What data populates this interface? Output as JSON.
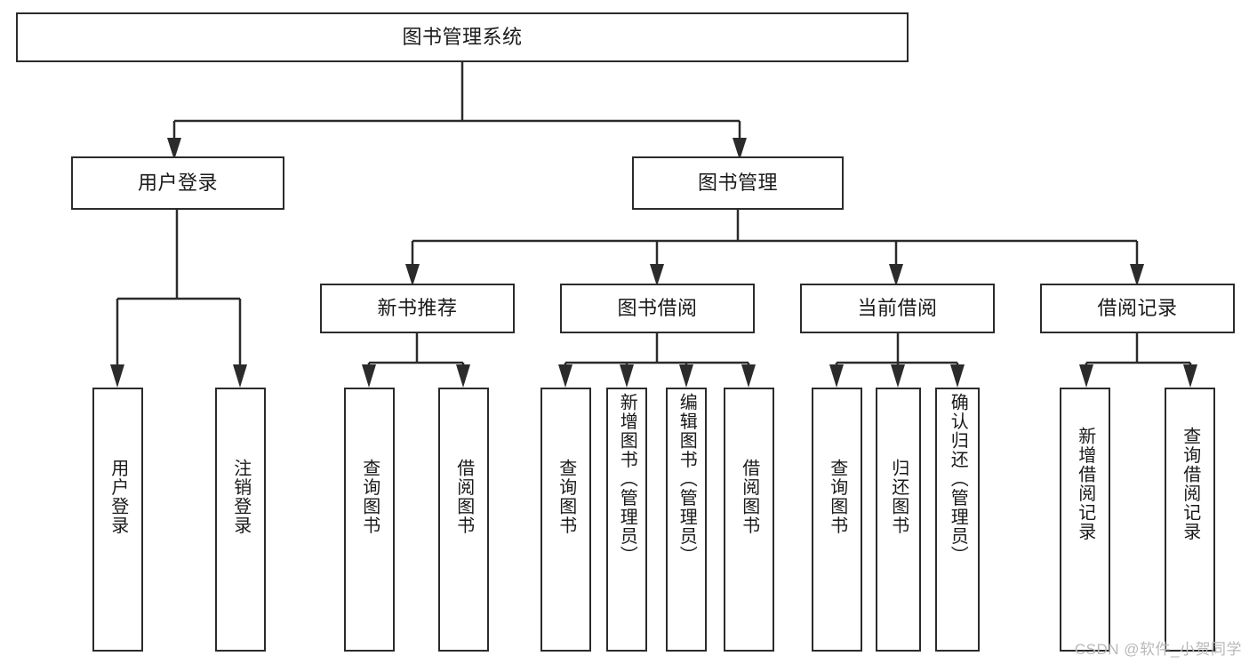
{
  "diagram": {
    "title": "图书管理系统",
    "root": {
      "label": "图书管理系统"
    },
    "level1": [
      {
        "label": "用户登录"
      },
      {
        "label": "图书管理"
      }
    ],
    "level2": [
      {
        "label": "新书推荐"
      },
      {
        "label": "图书借阅"
      },
      {
        "label": "当前借阅"
      },
      {
        "label": "借阅记录"
      }
    ],
    "leaves": [
      {
        "label": "用户登录",
        "parent": "用户登录"
      },
      {
        "label": "注销登录",
        "parent": "用户登录"
      },
      {
        "label": "查询图书",
        "parent": "新书推荐"
      },
      {
        "label": "借阅图书",
        "parent": "新书推荐"
      },
      {
        "label": "查询图书",
        "parent": "图书借阅"
      },
      {
        "label": "新增图书（管理员）",
        "parent": "图书借阅"
      },
      {
        "label": "编辑图书（管理员）",
        "parent": "图书借阅"
      },
      {
        "label": "借阅图书",
        "parent": "图书借阅"
      },
      {
        "label": "查询图书",
        "parent": "当前借阅"
      },
      {
        "label": "归还图书",
        "parent": "当前借阅"
      },
      {
        "label": "确认归还（管理员）",
        "parent": "当前借阅"
      },
      {
        "label": "新增借阅记录",
        "parent": "借阅记录"
      },
      {
        "label": "查询借阅记录",
        "parent": "借阅记录"
      }
    ]
  },
  "watermark": {
    "text": "CSDN @软件_小贺同学"
  },
  "colors": {
    "stroke": "#2b2b2b",
    "fill": "#ffffff",
    "text": "#1a1a1a",
    "watermark": "#b9b9b9"
  }
}
